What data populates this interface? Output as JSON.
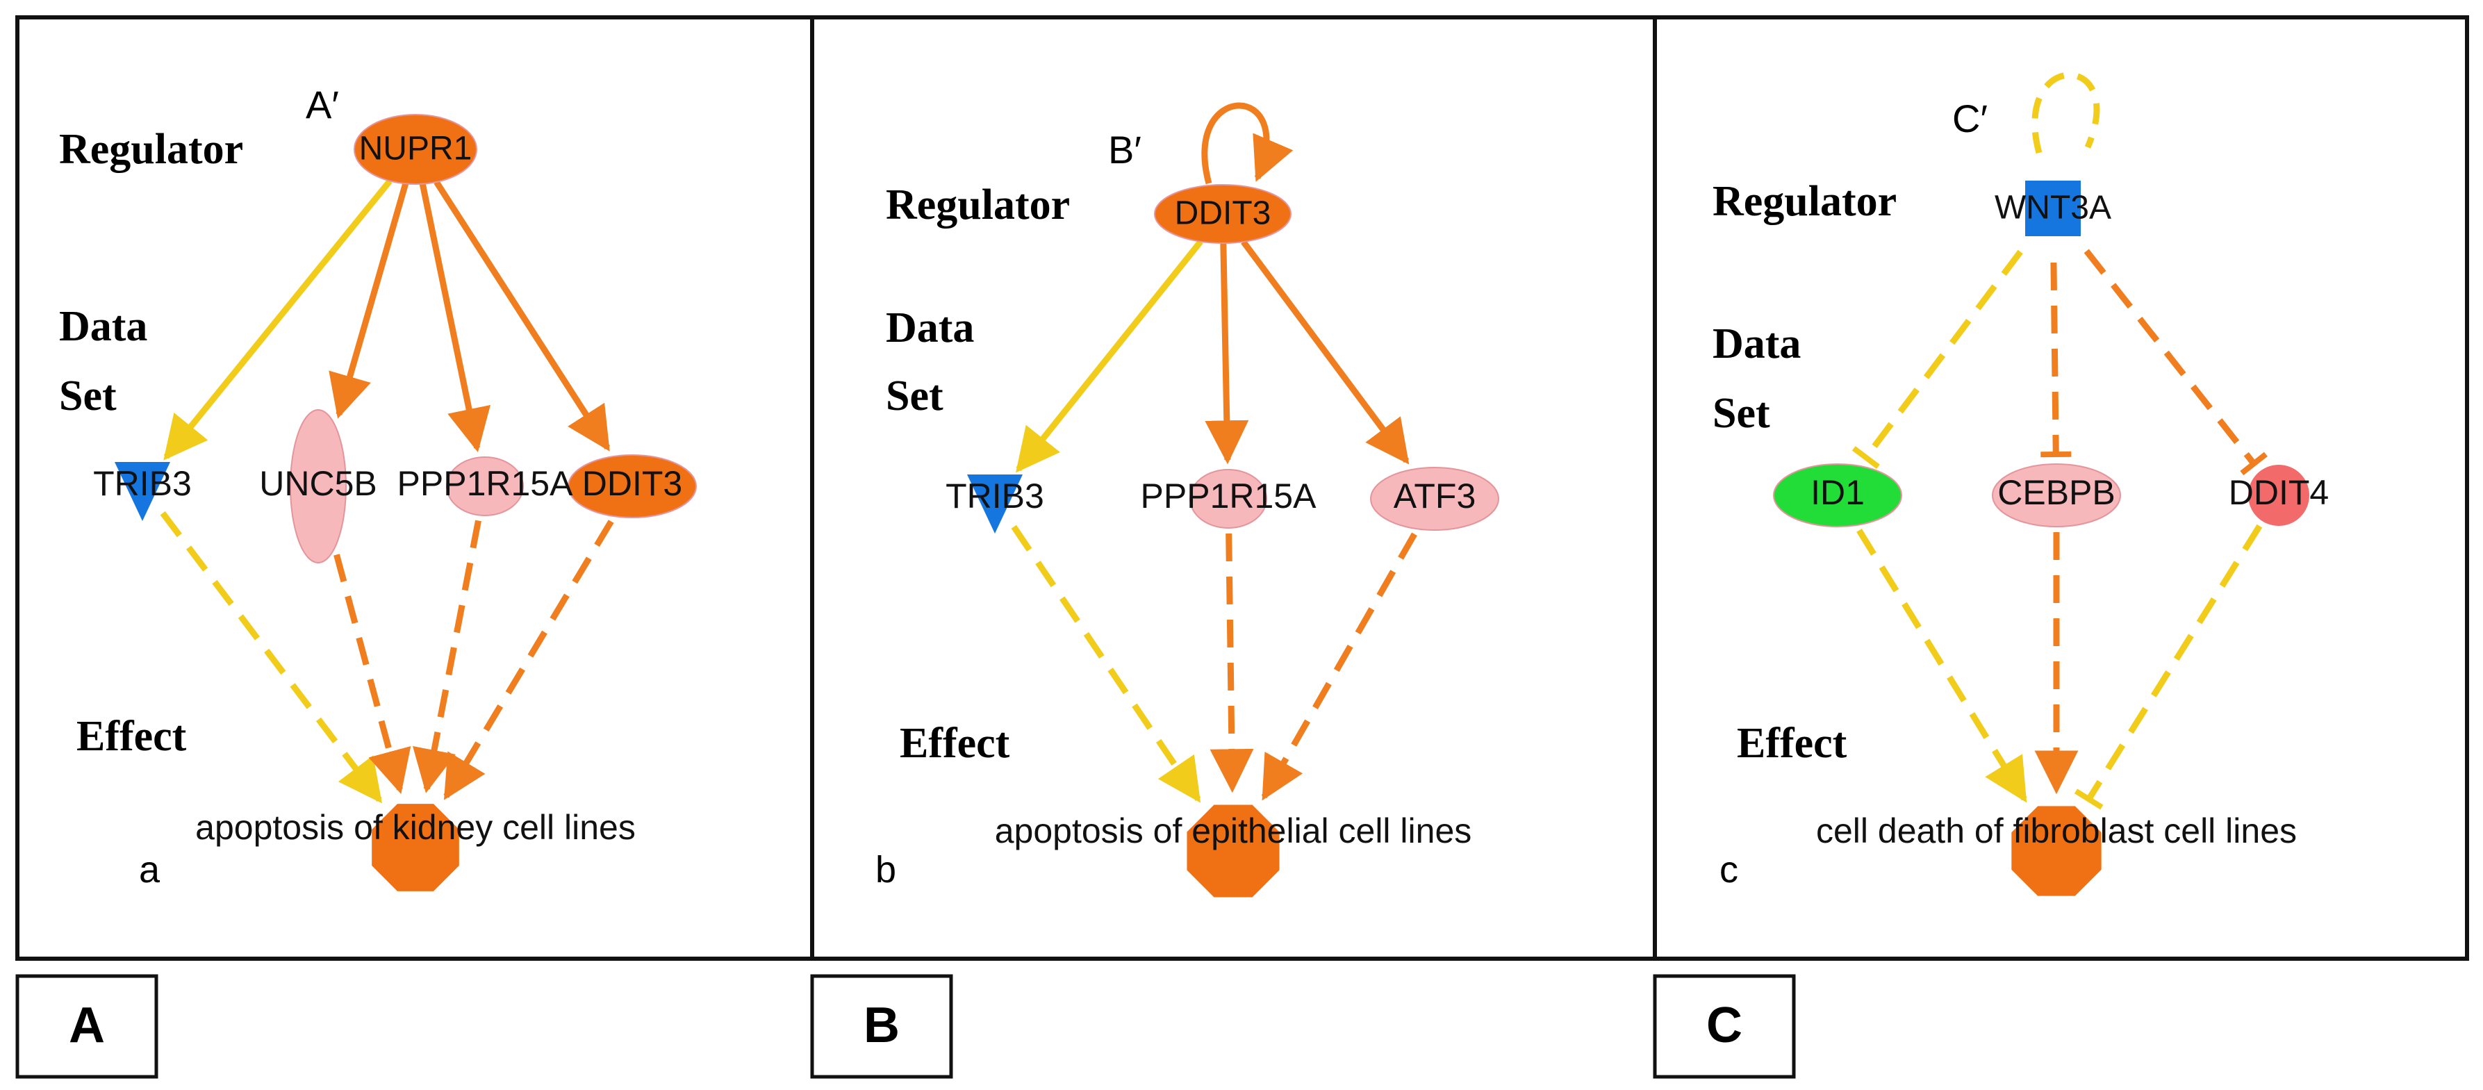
{
  "colors": {
    "yellow_edge": "#f2cc1a",
    "orange_edge": "#f07d1e",
    "orange_node": "#f07014",
    "pink_node": "#f7b8bc",
    "blue_node": "#1676e0",
    "green_node": "#22dd38",
    "red_node": "#f26a6a",
    "frame": "#111111"
  },
  "row_labels": {
    "regulator": "Regulator",
    "data": "Data",
    "set": "Set",
    "effect": "Effect"
  },
  "panels": [
    {
      "id": "a",
      "corner_tag": "A′",
      "sub_label": "a",
      "tab_label": "A",
      "regulator": {
        "label": "NUPR1",
        "shape": "ellipse",
        "color": "orange_node",
        "self_loop": false
      },
      "targets": [
        {
          "label": "TRIB3",
          "shape": "triangle-down",
          "color": "blue_node",
          "in_edge": "arrow",
          "in_color": "yellow_edge",
          "in_dashed": false,
          "out_edge": "arrow",
          "out_color": "yellow_edge"
        },
        {
          "label": "UNC5B",
          "shape": "ellipse-vertical",
          "color": "pink_node",
          "in_edge": "arrow",
          "in_color": "orange_edge",
          "in_dashed": false,
          "out_edge": "arrow",
          "out_color": "orange_edge"
        },
        {
          "label": "PPP1R15A",
          "shape": "ellipse-small",
          "color": "pink_node",
          "in_edge": "arrow",
          "in_color": "orange_edge",
          "in_dashed": false,
          "out_edge": "arrow",
          "out_color": "orange_edge"
        },
        {
          "label": "DDIT3",
          "shape": "ellipse",
          "color": "orange_node",
          "in_edge": "arrow",
          "in_color": "orange_edge",
          "in_dashed": false,
          "out_edge": "arrow",
          "out_color": "orange_edge"
        }
      ],
      "effect": {
        "label": "apoptosis of kidney cell lines",
        "color": "orange_node"
      }
    },
    {
      "id": "b",
      "corner_tag": "B′",
      "sub_label": "b",
      "tab_label": "B",
      "regulator": {
        "label": "DDIT3",
        "shape": "ellipse",
        "color": "orange_node",
        "self_loop": true,
        "loop_color": "orange_edge",
        "loop_dashed": false
      },
      "targets": [
        {
          "label": "TRIB3",
          "shape": "triangle-down",
          "color": "blue_node",
          "in_edge": "arrow",
          "in_color": "yellow_edge",
          "in_dashed": false,
          "out_edge": "arrow",
          "out_color": "yellow_edge"
        },
        {
          "label": "PPP1R15A",
          "shape": "ellipse-small",
          "color": "pink_node",
          "in_edge": "arrow",
          "in_color": "orange_edge",
          "in_dashed": false,
          "out_edge": "arrow",
          "out_color": "orange_edge"
        },
        {
          "label": "ATF3",
          "shape": "ellipse",
          "color": "pink_node",
          "in_edge": "arrow",
          "in_color": "orange_edge",
          "in_dashed": false,
          "out_edge": "arrow",
          "out_color": "orange_edge"
        }
      ],
      "effect": {
        "label": "apoptosis of epithelial cell lines",
        "color": "orange_node"
      }
    },
    {
      "id": "c",
      "corner_tag": "C′",
      "sub_label": "c",
      "tab_label": "C",
      "regulator": {
        "label": "WNT3A",
        "shape": "square",
        "color": "blue_node",
        "self_loop": true,
        "loop_color": "yellow_edge",
        "loop_dashed": true
      },
      "targets": [
        {
          "label": "ID1",
          "shape": "ellipse",
          "color": "green_node",
          "in_edge": "inhibit",
          "in_color": "yellow_edge",
          "in_dashed": true,
          "out_edge": "arrow",
          "out_color": "yellow_edge"
        },
        {
          "label": "CEBPB",
          "shape": "ellipse",
          "color": "pink_node",
          "in_edge": "inhibit",
          "in_color": "orange_edge",
          "in_dashed": true,
          "out_edge": "arrow",
          "out_color": "orange_edge"
        },
        {
          "label": "DDIT4",
          "shape": "circle",
          "color": "red_node",
          "in_edge": "inhibit",
          "in_color": "orange_edge",
          "in_dashed": true,
          "out_edge": "inhibit",
          "out_color": "yellow_edge"
        }
      ],
      "effect": {
        "label": "cell death of fibroblast cell lines",
        "color": "orange_node"
      }
    }
  ]
}
